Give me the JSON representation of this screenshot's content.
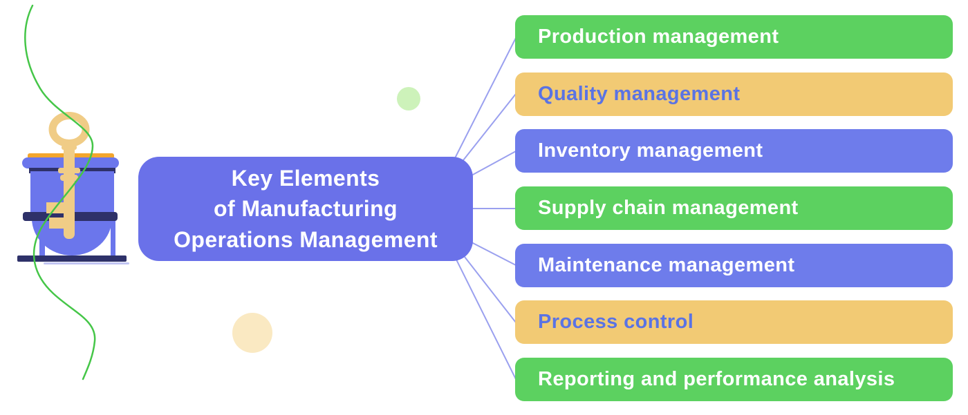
{
  "title": {
    "text": "Key Elements\nof Manufacturing\nOperations Management"
  },
  "branches": [
    {
      "label": "Production management",
      "color": "green"
    },
    {
      "label": "Quality management",
      "color": "yellow"
    },
    {
      "label": "Inventory management",
      "color": "blue"
    },
    {
      "label": "Supply chain management",
      "color": "green"
    },
    {
      "label": "Maintenance management",
      "color": "blue"
    },
    {
      "label": "Process control",
      "color": "yellow"
    },
    {
      "label": "Reporting and performance analysis",
      "color": "green"
    }
  ],
  "colors": {
    "background": "#ffffff",
    "green": "#5cd160",
    "yellow": "#f2ca74",
    "blue": "#6e7ceb",
    "node": "#6a71e9",
    "text_light": "#ffffff",
    "text_yellow_bar": "#5a73e4",
    "connector": "#9aa0ef",
    "swirl": "#45c648",
    "dot_green": "#cdf2ba",
    "dot_yellow": "#fae9c2",
    "key_gold": "#f0cc86",
    "vat_purple": "#6b76ec",
    "vat_navy": "#2e3169",
    "vat_lip_orange": "#f3a62d",
    "vat_shadow": "#c0c4f2"
  },
  "decor": {
    "illustration": "key-standing-in-vat",
    "dots": [
      "green-dot",
      "yellow-dot"
    ]
  }
}
